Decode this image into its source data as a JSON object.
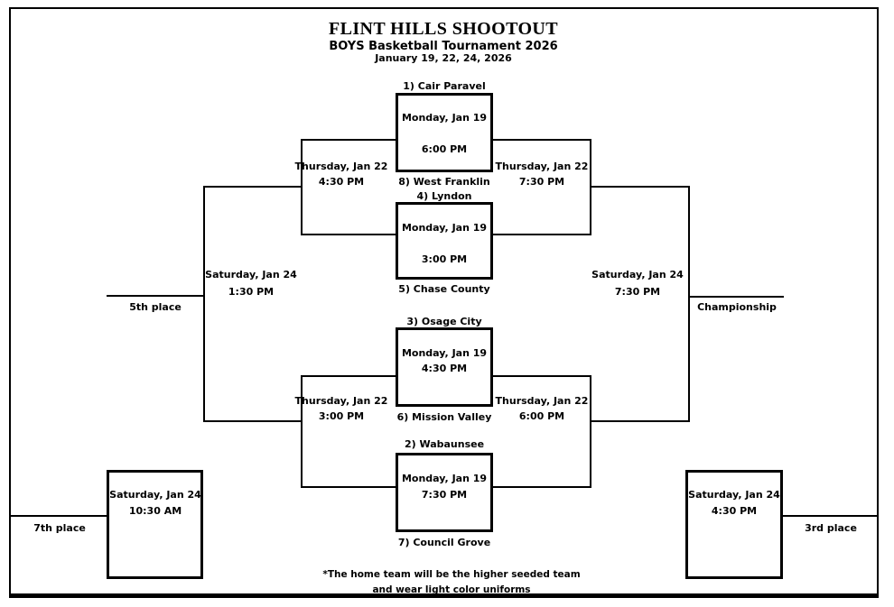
{
  "header": {
    "title": "FLINT HILLS SHOOTOUT",
    "subtitle": "BOYS Basketball  Tournament 2026",
    "dates": "January 19, 22, 24,  2026"
  },
  "round1": {
    "game1": {
      "top_seed": "1) Cair Paravel",
      "bottom_seed": "8) West Franklin",
      "date": "Monday, Jan 19",
      "time": "6:00 PM"
    },
    "game2": {
      "top_seed": "4) Lyndon",
      "bottom_seed": "5) Chase County",
      "date": "Monday, Jan 19",
      "time": "3:00 PM"
    },
    "game3": {
      "top_seed": "3) Osage City",
      "bottom_seed": "6) Mission Valley",
      "date": "Monday, Jan 19",
      "time": "4:30 PM"
    },
    "game4": {
      "top_seed": "2) Wabaunsee",
      "bottom_seed": "7) Council Grove",
      "date": "Monday, Jan 19",
      "time": "7:30 PM"
    }
  },
  "semifinals": {
    "top_left": {
      "date": "Thursday, Jan 22",
      "time": "4:30 PM"
    },
    "top_right": {
      "date": "Thursday, Jan 22",
      "time": "7:30 PM"
    },
    "bottom_left": {
      "date": "Thursday, Jan 22",
      "time": "3:00 PM"
    },
    "bottom_right": {
      "date": "Thursday, Jan 22",
      "time": "6:00 PM"
    }
  },
  "finals": {
    "fifth_place": {
      "date": "Saturday, Jan 24",
      "time": "1:30 PM",
      "label": "5th place"
    },
    "championship": {
      "date": "Saturday, Jan 24",
      "time": "7:30 PM",
      "label": "Championship"
    },
    "seventh_place": {
      "date": "Saturday, Jan 24",
      "time": "10:30 AM",
      "label": "7th place"
    },
    "third_place": {
      "date": "Saturday, Jan 24",
      "time": "4:30 PM",
      "label": "3rd place"
    }
  },
  "footnote": {
    "line1": "*The home team will be the higher seeded team",
    "line2": "and wear light color uniforms"
  },
  "colors": {
    "background": "#ffffff",
    "line": "#000000",
    "text": "#000000"
  }
}
